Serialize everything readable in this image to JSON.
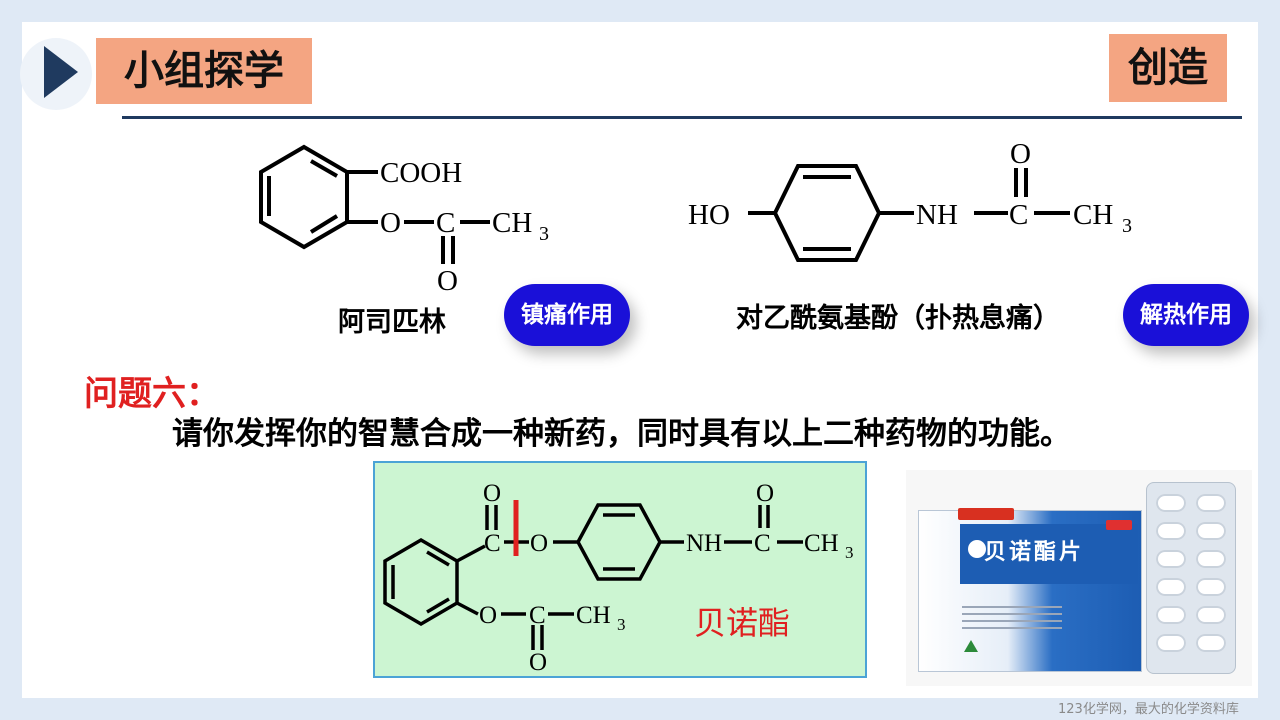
{
  "header": {
    "title": "小组探学",
    "tag": "创造"
  },
  "aspirin": {
    "name": "阿司匹林",
    "effect": "镇痛作用",
    "labels": {
      "cooh": "COOH",
      "o_ester": "O",
      "c": "C",
      "ch": "CH",
      "sub3": "3",
      "o_carbonyl": "O"
    }
  },
  "paracetamol": {
    "name": "对乙酰氨基酚（扑热息痛）",
    "effect": "解热作用",
    "labels": {
      "ho": "HO",
      "nh": "NH",
      "c": "C",
      "ch": "CH",
      "sub3": "3",
      "o_top": "O"
    }
  },
  "question": {
    "label": "问题六：",
    "text": "请你发挥你的智慧合成一种新药，同时具有以上二种药物的功能。"
  },
  "product": {
    "name": "贝诺酯",
    "labels": {
      "o_top_ester": "O",
      "c_ester": "C",
      "o_link": "O",
      "nh": "NH",
      "c_amide": "C",
      "ch": "CH",
      "sub3": "3",
      "o_top_amide": "O",
      "o_ring": "O",
      "c_acetyl": "C",
      "ch_acetyl": "CH",
      "sub3_acetyl": "3",
      "o_bottom": "O"
    },
    "package_title": "贝诺酯片"
  },
  "watermark": "123化学网，最大的化学资料库",
  "colors": {
    "accent_orange": "#f4a582",
    "navy": "#1f3a5f",
    "pill_blue": "#1a10d8",
    "red": "#e02020",
    "green_box": "#ccf5d2"
  }
}
